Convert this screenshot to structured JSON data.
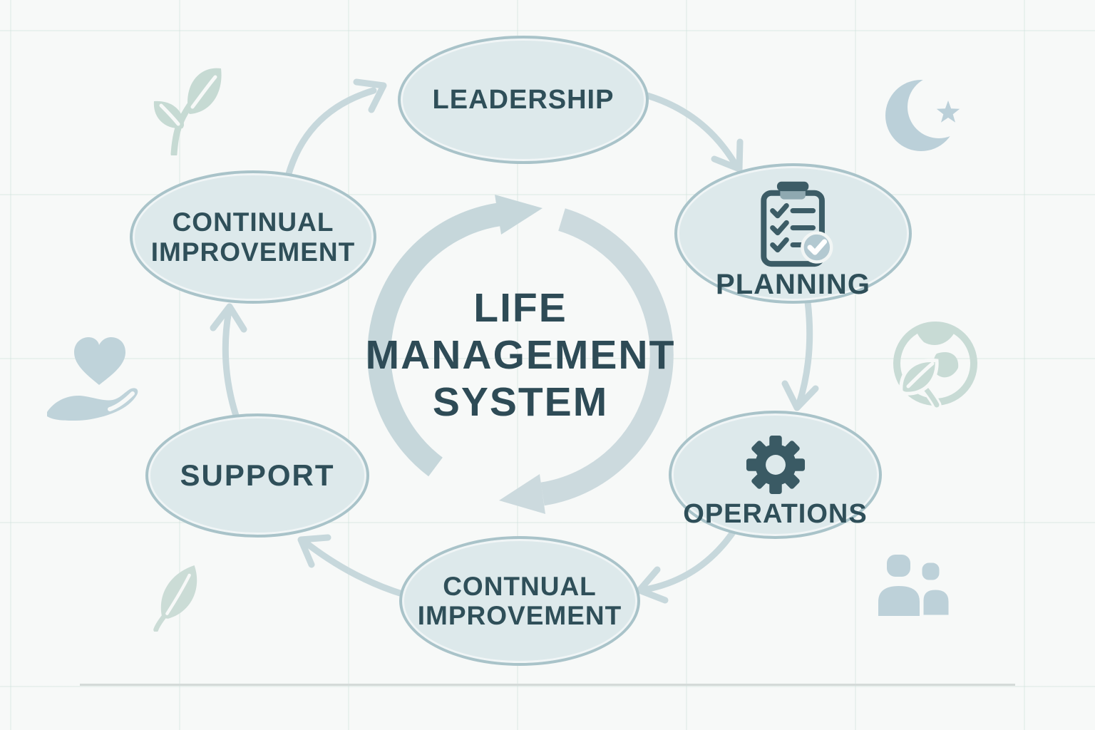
{
  "diagram": {
    "title_lines": [
      "LIFE",
      "MANAGEMENT",
      "SYSTEM"
    ],
    "cycle_direction": "clockwise",
    "nodes": [
      {
        "id": "leadership",
        "label_lines": [
          "LEADERSHIP"
        ]
      },
      {
        "id": "planning",
        "label_lines": [
          "PLANNING"
        ],
        "icon": "checklist-clipboard-icon"
      },
      {
        "id": "operations",
        "label_lines": [
          "OPERATIONS"
        ],
        "icon": "gear-icon"
      },
      {
        "id": "continual-improvement-bottom",
        "label_lines": [
          "CONTNUAL",
          "IMPROVEMENT"
        ]
      },
      {
        "id": "support",
        "label_lines": [
          "SUPPORT"
        ]
      },
      {
        "id": "continual-improvement-top",
        "label_lines": [
          "CONTINUAL",
          "IMPROVEMENT"
        ]
      }
    ],
    "connections": [
      {
        "from": "continual-improvement-top",
        "to": "leadership"
      },
      {
        "from": "leadership",
        "to": "planning"
      },
      {
        "from": "planning",
        "to": "operations"
      },
      {
        "from": "operations",
        "to": "continual-improvement-bottom"
      },
      {
        "from": "continual-improvement-bottom",
        "to": "support"
      },
      {
        "from": "support",
        "to": "continual-improvement-top"
      }
    ],
    "decorative_icons": [
      "sprout-icon",
      "crescent-moon-star-icon",
      "eco-globe-icon",
      "people-icon",
      "heart-in-hand-icon",
      "leaf-icon"
    ],
    "colors": {
      "background": "#f7f9f8",
      "node_fill": "#dde9eb",
      "node_border": "#a9c3c9",
      "text_dark": "#2e4d58",
      "arrow": "#c7d8dc",
      "cycle_ring": "#c6d7db",
      "icon_muted": "#c4d7d4",
      "icon_dark": "#3c5c66"
    }
  }
}
